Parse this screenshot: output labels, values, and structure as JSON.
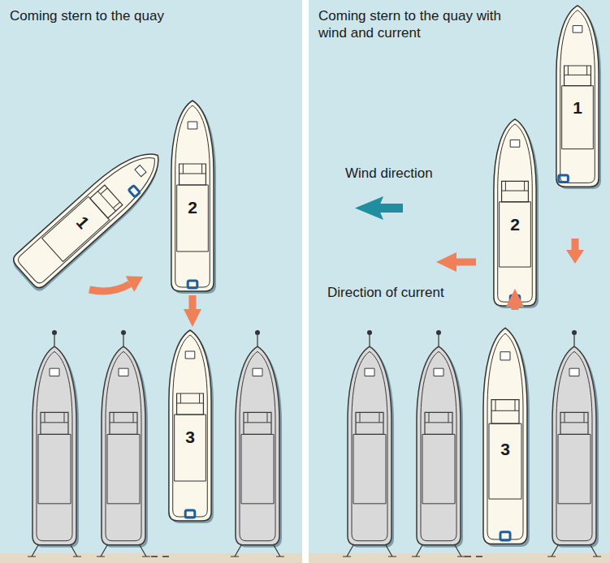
{
  "diagram": {
    "nodes": [
      {
        "text": [
          "Coming stern to the quay"
        ]
      },
      {
        "text": [
          "1"
        ],
        "in": 0
      },
      {
        "text": [
          "2"
        ],
        "in": 0
      },
      {
        "text": [
          "3"
        ],
        "in": 0
      },
      {
        "text": [
          "Coming stern to the quay with wind and current"
        ]
      },
      {
        "text": [
          "1"
        ],
        "in": 4
      },
      {
        "text": [
          "2"
        ],
        "in": 4
      },
      {
        "text": [
          "3"
        ],
        "in": 4
      }
    ],
    "edges": [
      {
        "from": 2,
        "to": 3,
        "arrow": "to"
      },
      {
        "from": 6,
        "to": 7,
        "arrow": "to"
      }
    ],
    "labels": [
      "Wind direction",
      "Direction of current"
    ]
  }
}
